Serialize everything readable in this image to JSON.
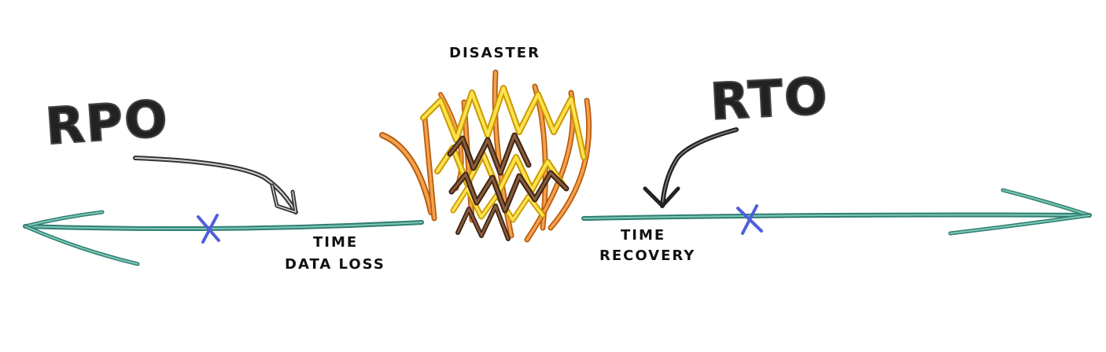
{
  "labels": {
    "rpo": "RPO",
    "rto": "RTO",
    "disaster": "DISASTER",
    "time_left": "TIME",
    "data_loss": "DATA LOSS",
    "time_right": "TIME",
    "recovery": "RECOVERY"
  },
  "colors": {
    "timeline": "#5aa99a",
    "marker": "#4f5fd9",
    "pointer_arrow": "#3a3a3a",
    "flame_orange": "#f0892a",
    "flame_yellow": "#f4d21f",
    "flame_brown": "#6e4a2e"
  }
}
